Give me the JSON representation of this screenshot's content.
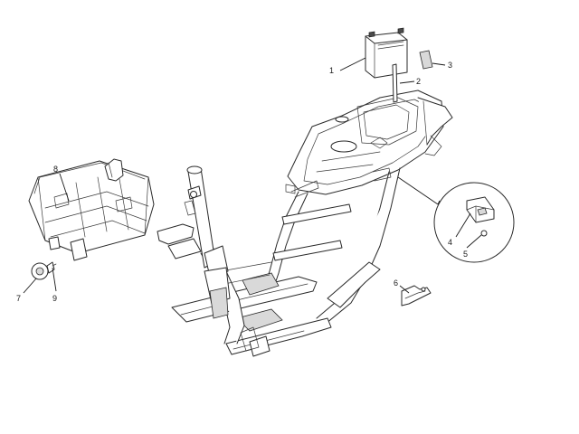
{
  "callouts": [
    {
      "id": "1",
      "label": "1"
    },
    {
      "id": "2",
      "label": "2"
    },
    {
      "id": "3",
      "label": "3"
    },
    {
      "id": "4",
      "label": "4"
    },
    {
      "id": "5",
      "label": "5"
    },
    {
      "id": "6",
      "label": "6"
    },
    {
      "id": "7",
      "label": "7"
    },
    {
      "id": "8",
      "label": "8"
    },
    {
      "id": "9",
      "label": "9"
    }
  ],
  "colors": {
    "line": "#1a1a1a",
    "background": "#ffffff",
    "shade": "#d9d9d9"
  }
}
